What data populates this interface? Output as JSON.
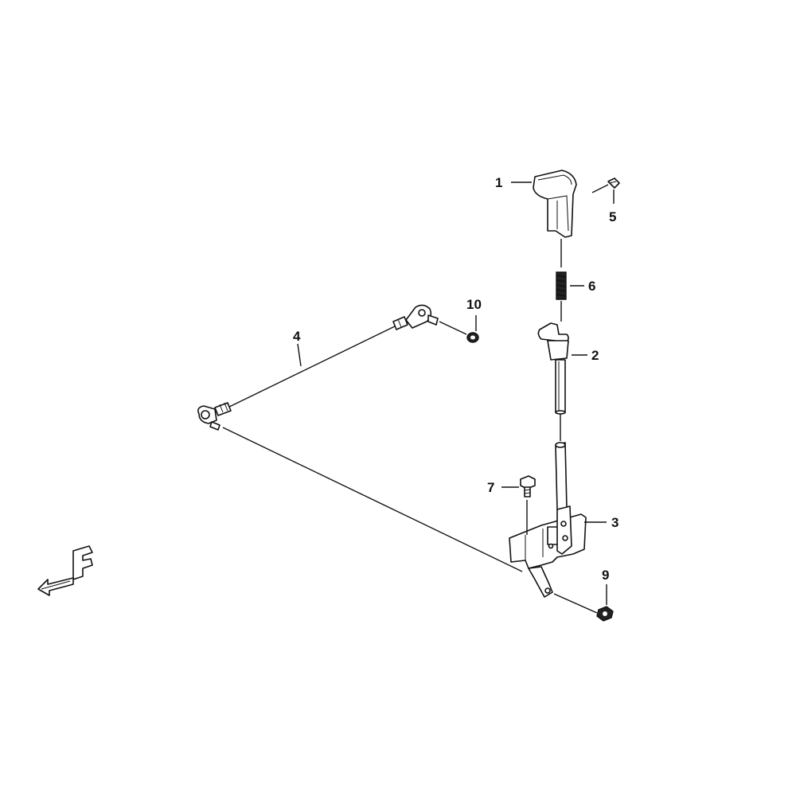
{
  "callouts": {
    "c1": "1",
    "c2": "2",
    "c3": "3",
    "c4": "4",
    "c5": "5",
    "c6": "6",
    "c7": "7",
    "c9": "9",
    "c10": "10"
  },
  "direction_mark": {
    "letter": "F",
    "icon": "front-direction-arrow-icon"
  },
  "colors": {
    "ink": "#111111",
    "background": "#ffffff"
  }
}
